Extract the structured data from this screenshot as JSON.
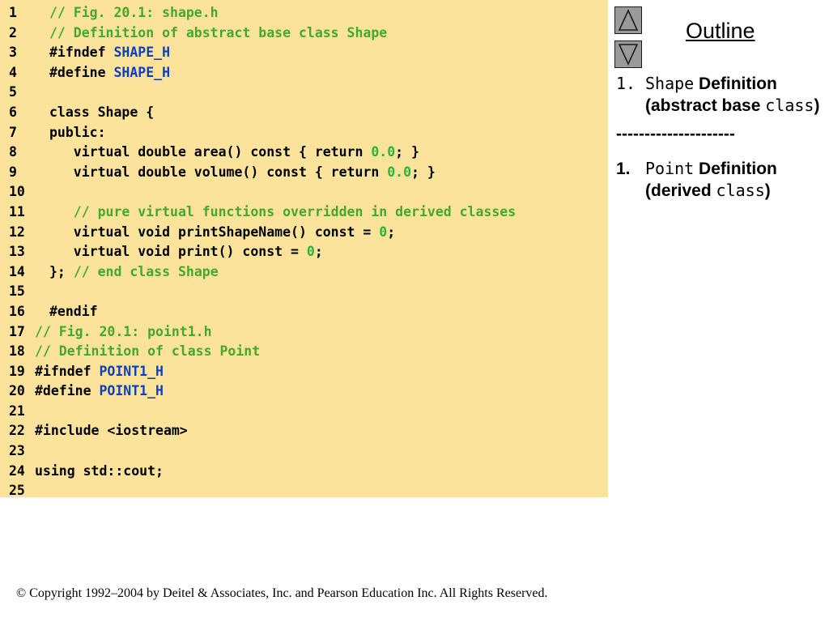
{
  "code": {
    "lines": [
      {
        "num": "1",
        "indent": 1,
        "tokens": [
          {
            "t": "comment",
            "v": "// Fig. 20.1: shape.h"
          }
        ]
      },
      {
        "num": "2",
        "indent": 1,
        "tokens": [
          {
            "t": "comment",
            "v": "// Definition of abstract base class Shape"
          }
        ]
      },
      {
        "num": "3",
        "indent": 1,
        "tokens": [
          {
            "t": "plain",
            "v": "#ifndef "
          },
          {
            "t": "macro",
            "v": "SHAPE_H"
          }
        ]
      },
      {
        "num": "4",
        "indent": 1,
        "tokens": [
          {
            "t": "plain",
            "v": "#define "
          },
          {
            "t": "macro",
            "v": "SHAPE_H"
          }
        ]
      },
      {
        "num": "5",
        "indent": 1,
        "tokens": []
      },
      {
        "num": "6",
        "indent": 1,
        "tokens": [
          {
            "t": "plain",
            "v": "class Shape {"
          }
        ]
      },
      {
        "num": "7",
        "indent": 1,
        "tokens": [
          {
            "t": "plain",
            "v": "public:"
          }
        ]
      },
      {
        "num": "8",
        "indent": 1,
        "tokens": [
          {
            "t": "plain",
            "v": "   virtual double area() const { return "
          },
          {
            "t": "number",
            "v": "0.0"
          },
          {
            "t": "plain",
            "v": "; }"
          }
        ]
      },
      {
        "num": "9",
        "indent": 1,
        "tokens": [
          {
            "t": "plain",
            "v": "   virtual double volume() const { return "
          },
          {
            "t": "number",
            "v": "0.0"
          },
          {
            "t": "plain",
            "v": "; }"
          }
        ]
      },
      {
        "num": "10",
        "indent": 1,
        "tokens": []
      },
      {
        "num": "11",
        "indent": 1,
        "tokens": [
          {
            "t": "comment",
            "v": "   // pure virtual functions overridden in derived classes"
          }
        ]
      },
      {
        "num": "12",
        "indent": 1,
        "tokens": [
          {
            "t": "plain",
            "v": "   virtual void printShapeName() const = "
          },
          {
            "t": "number",
            "v": "0"
          },
          {
            "t": "plain",
            "v": ";"
          }
        ]
      },
      {
        "num": "13",
        "indent": 1,
        "tokens": [
          {
            "t": "plain",
            "v": "   virtual void print() const = "
          },
          {
            "t": "number",
            "v": "0"
          },
          {
            "t": "plain",
            "v": ";"
          }
        ]
      },
      {
        "num": "14",
        "indent": 1,
        "tokens": [
          {
            "t": "plain",
            "v": "}; "
          },
          {
            "t": "comment",
            "v": "// end class Shape"
          }
        ]
      },
      {
        "num": "15",
        "indent": 1,
        "tokens": []
      },
      {
        "num": "16",
        "indent": 1,
        "tokens": [
          {
            "t": "plain",
            "v": "#endif"
          }
        ]
      },
      {
        "num": "17",
        "indent": 0,
        "tokens": [
          {
            "t": "comment",
            "v": "// Fig. 20.1: point1.h"
          }
        ]
      },
      {
        "num": "18",
        "indent": 0,
        "tokens": [
          {
            "t": "comment",
            "v": "// Definition of class Point"
          }
        ]
      },
      {
        "num": "19",
        "indent": 0,
        "tokens": [
          {
            "t": "plain",
            "v": "#ifndef "
          },
          {
            "t": "macro",
            "v": "POINT1_H"
          }
        ]
      },
      {
        "num": "20",
        "indent": 0,
        "tokens": [
          {
            "t": "plain",
            "v": "#define "
          },
          {
            "t": "macro",
            "v": "POINT1_H"
          }
        ]
      },
      {
        "num": "21",
        "indent": 0,
        "tokens": []
      },
      {
        "num": "22",
        "indent": 0,
        "tokens": [
          {
            "t": "plain",
            "v": "#include <iostream>"
          }
        ]
      },
      {
        "num": "23",
        "indent": 0,
        "tokens": []
      },
      {
        "num": "24",
        "indent": 0,
        "tokens": [
          {
            "t": "plain",
            "v": "using std::cout;"
          }
        ]
      },
      {
        "num": "25",
        "indent": 0,
        "tokens": []
      }
    ]
  },
  "nav": {
    "up_icon": "triangle-up-icon",
    "down_icon": "triangle-down-icon"
  },
  "outline": {
    "title": "Outline",
    "item1": {
      "num": "1.",
      "code1": "Shape",
      "text1": " Definition (abstract base ",
      "code2": "class",
      "text2": ")"
    },
    "separator": "---------------------",
    "item2": {
      "num": "1.",
      "code1": "Point",
      "text1": " Definition (derived ",
      "code2": "class",
      "text2": ")"
    }
  },
  "footer": {
    "copyright": "© Copyright 1992–2004 by Deitel & Associates, Inc. and Pearson Education Inc. All Rights Reserved."
  },
  "colors": {
    "code_background": "#fbe39c",
    "comment": "#44a82c",
    "number": "#29b43a",
    "macro": "#0b3fbf",
    "nav_button": "#9a9a9a"
  }
}
